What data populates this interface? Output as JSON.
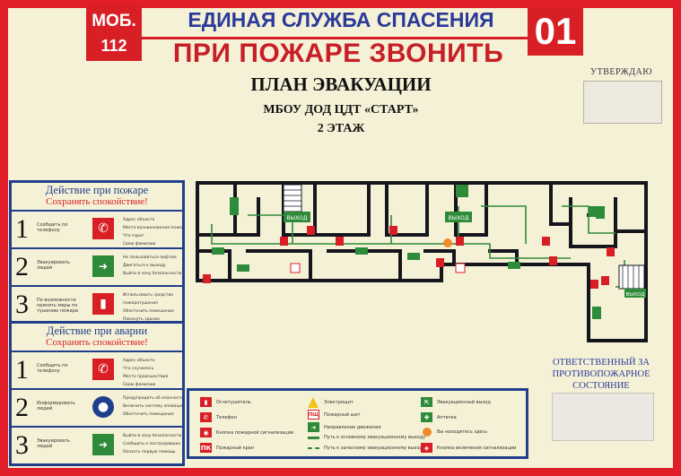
{
  "header": {
    "mob_line1": "МОБ.",
    "mob_line2": "112",
    "service": "ЕДИНАЯ СЛУЖБА СПАСЕНИЯ",
    "call": "ПРИ ПОЖАРЕ ЗВОНИТЬ",
    "number": "01",
    "plan_title": "ПЛАН ЭВАКУАЦИИ",
    "org": "МБОУ ДОД ЦДТ «СТАРТ»",
    "floor": "2 ЭТАЖ"
  },
  "approve": {
    "label": "УТВЕРЖДАЮ"
  },
  "responsible": {
    "text": "ОТВЕТСТВЕННЫЙ ЗА ПРОТИВОПОЖАРНОЕ СОСТОЯНИЕ"
  },
  "panels": [
    {
      "title": "Действие при пожаре",
      "subtitle": "Сохранять спокойствие!",
      "steps": [
        {
          "num": "1",
          "label": "Сообщить по телефону",
          "icon": "phone-icon",
          "glyph": "✆",
          "color": "red",
          "notes": [
            "Адрес объекта",
            "Место возникновения пожара",
            "Что горит",
            "Свою фамилию"
          ]
        },
        {
          "num": "2",
          "label": "Эвакуировать людей",
          "icon": "exit-arrow-icon",
          "glyph": "➜",
          "color": "green",
          "notes": [
            "Не пользоваться лифтом",
            "Двигаться к выходу",
            "Выйти в зону безопасности"
          ]
        },
        {
          "num": "3",
          "label": "По возможности принять меры по тушению пожара",
          "icon": "extinguisher-icon",
          "glyph": "▮",
          "color": "red",
          "notes": [
            "Использовать средства",
            "пожаротушения",
            "Обесточить помещение",
            "Покинуть здание"
          ]
        }
      ]
    },
    {
      "title": "Действие при аварии",
      "subtitle": "Сохранять спокойствие!",
      "steps": [
        {
          "num": "1",
          "label": "Сообщить по телефону",
          "icon": "phone-icon",
          "glyph": "✆",
          "color": "red",
          "notes": [
            "Адрес объекта",
            "Что случилось",
            "Место происшествия",
            "Свою фамилию"
          ]
        },
        {
          "num": "2",
          "label": "Информировать людей",
          "icon": "alarm-icon",
          "glyph": "●",
          "color": "blue",
          "notes": [
            "Предупредить об опасности",
            "Включить систему оповещения",
            "Обесточить помещение"
          ]
        },
        {
          "num": "3",
          "label": "Эвакуировать людей",
          "icon": "exit-arrow-icon",
          "glyph": "➜",
          "color": "green",
          "notes": [
            "Выйти в зону безопасности",
            "Сообщить о пострадавших",
            "Оказать первую помощь"
          ]
        }
      ]
    }
  ],
  "plan": {
    "exit_labels": [
      "ВЫХОД",
      "ВЫХОД",
      "ВЫХОД"
    ]
  },
  "legend": {
    "items": [
      {
        "icon": "extinguisher-icon",
        "swatch": "red",
        "glyph": "▮",
        "text": "Огнетушитель"
      },
      {
        "icon": "phone-icon",
        "swatch": "red",
        "glyph": "✆",
        "text": "Телефон"
      },
      {
        "icon": "fire-alarm-button-icon",
        "swatch": "red",
        "glyph": "◉",
        "text": "Кнопка пожарной сигнализации"
      },
      {
        "icon": "fire-hydrant-icon",
        "swatch": "red",
        "glyph": "ПК",
        "text": "Пожарный кран"
      },
      {
        "icon": "electric-panel-icon",
        "swatch": "yellow",
        "glyph": "",
        "text": "Электрощит"
      },
      {
        "icon": "fire-shield-icon",
        "swatch": "redout",
        "glyph": "ПЩ",
        "text": "Пожарный щит"
      },
      {
        "icon": "direction-arrow-icon",
        "swatch": "green",
        "glyph": "➜",
        "text": "Направление движения"
      },
      {
        "icon": "main-route-line-icon",
        "swatch": "greenline",
        "glyph": "",
        "text": "Путь к основному эвакуационному выходу"
      },
      {
        "icon": "spare-route-line-icon",
        "swatch": "greendash",
        "glyph": "",
        "text": "Путь к запасному эвакуационному выходу"
      },
      {
        "icon": "emergency-exit-icon",
        "swatch": "green",
        "glyph": "⇱",
        "text": "Эвакуационный выход"
      },
      {
        "icon": "first-aid-icon",
        "swatch": "green",
        "glyph": "✚",
        "text": "Аптечка"
      },
      {
        "icon": "you-are-here-icon",
        "swatch": "orange",
        "glyph": "",
        "text": "Вы находитесь здесь"
      },
      {
        "icon": "alarm-switch-icon",
        "swatch": "red",
        "glyph": "◈",
        "text": "Кнопка включения сигнализации"
      }
    ]
  },
  "colors": {
    "border": "#e01f2a",
    "board": "#f5f1d6",
    "navy": "#1f3f8c",
    "route": "#2e8b3a",
    "walls": "#15161d"
  }
}
